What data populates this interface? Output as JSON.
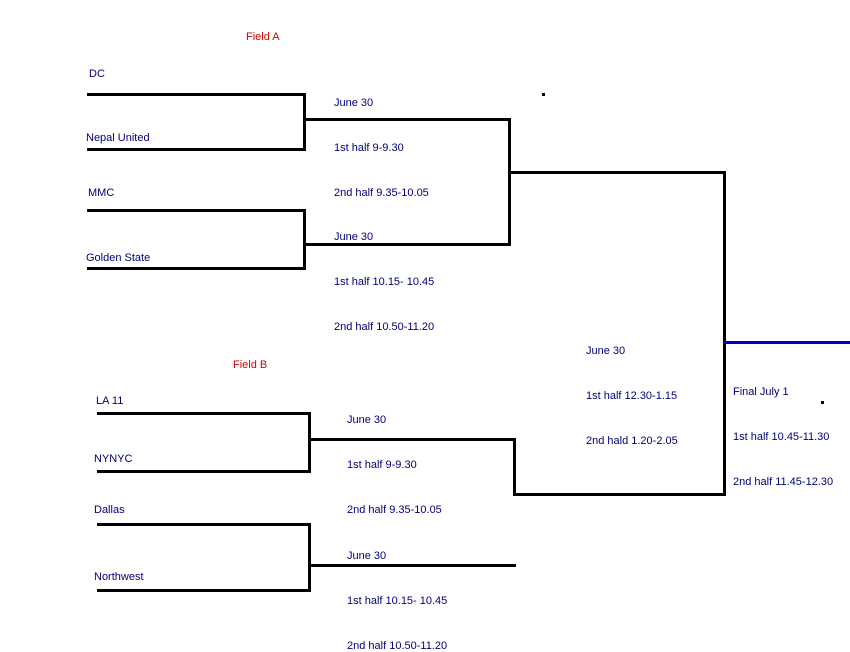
{
  "fields": {
    "a": "Field A",
    "b": "Field B"
  },
  "teams": {
    "dc": "DC",
    "nepal_united": "Nepal United",
    "mmc": "MMC",
    "golden_state": "Golden State",
    "la11": "LA 11",
    "nynyc": "NYNYC",
    "dallas": "Dallas",
    "northwest": "Northwest"
  },
  "matches": {
    "qf1": {
      "date": "June 30",
      "first_half": "1st half 9-9.30",
      "second_half": "2nd half 9.35-10.05"
    },
    "qf2": {
      "date": "June 30",
      "first_half": "1st half 10.15- 10.45",
      "second_half": "2nd half 10.50-11.20"
    },
    "qf3": {
      "date": "June 30",
      "first_half": "1st half 9-9.30",
      "second_half": "2nd half 9.35-10.05"
    },
    "qf4": {
      "date": "June 30",
      "first_half": "1st half 10.15- 10.45",
      "second_half": "2nd half 10.50-11.20"
    },
    "semi": {
      "date": "June 30",
      "first_half": "1st half 12.30-1.15",
      "second_half": "2nd hald 1.20-2.05"
    },
    "final": {
      "date": "Final July 1",
      "first_half": "1st half 10.45-11.30",
      "second_half": "2nd half 11.45-12.30"
    }
  },
  "colors": {
    "bracket_line": "#000000",
    "final_line": "#0000cc",
    "text": "#00007a",
    "field_text": "#cc0000"
  }
}
